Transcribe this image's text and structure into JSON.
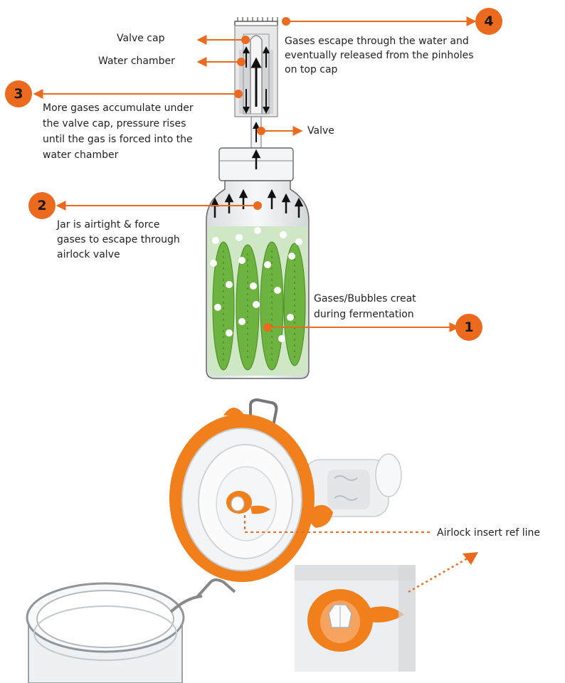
{
  "colors": {
    "accent": "#ec6a1e",
    "pickle": "#6cb33f",
    "brine": "#cfe7c4",
    "glass": "#eef1f3",
    "seal": "#f07f1c"
  },
  "top_diagram": {
    "callout_1": {
      "number": "1",
      "lines": [
        "Gases/Bubbles creat",
        "during fermentation"
      ]
    },
    "callout_2": {
      "number": "2",
      "lines": [
        "Jar is airtight & force",
        "gases to escape through",
        "airlock valve"
      ]
    },
    "callout_3": {
      "number": "3",
      "lines": [
        "More gases accumulate under",
        "the valve cap, pressure rises",
        "until the gas is forced into the",
        "water chamber"
      ]
    },
    "callout_4": {
      "number": "4",
      "lines": [
        "Gases escape through the water and",
        "eventually released from the pinholes",
        "on top cap"
      ]
    },
    "label_valve_cap": "Valve cap",
    "label_water_chamber": "Water chamber",
    "label_valve": "Valve"
  },
  "bottom_photo": {
    "label_airlock_insert": "Airlock insert ref line"
  }
}
